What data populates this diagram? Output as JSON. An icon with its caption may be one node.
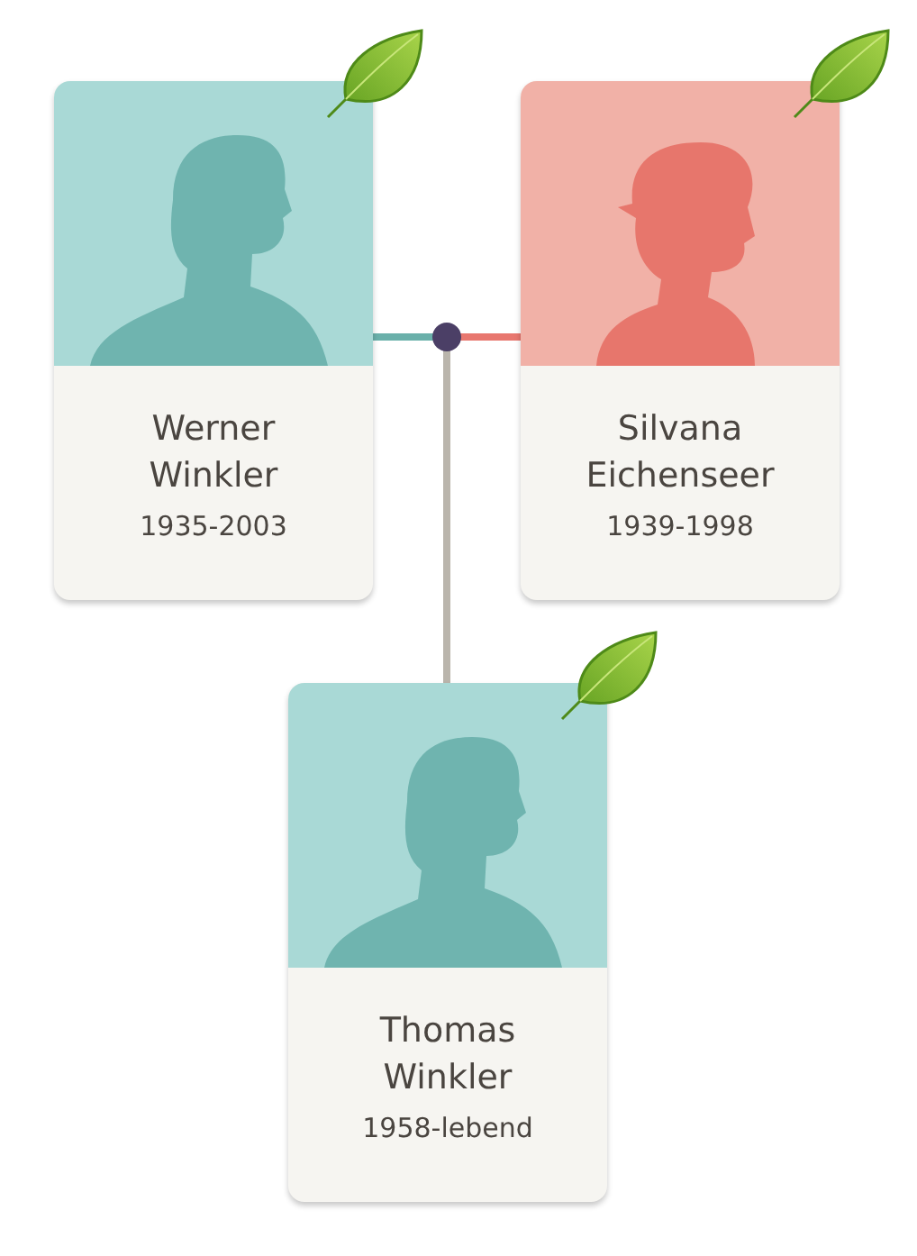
{
  "diagram": {
    "nodes": [
      {
        "text": [
          "Werner Winkler",
          "1935-2003"
        ]
      },
      {
        "text": [
          "Silvana Eichenseer",
          "1939-1998"
        ]
      },
      {
        "text": [],
        "shape": "circle"
      },
      {
        "text": [
          "Thomas Winkler",
          "1958-lebend"
        ]
      }
    ],
    "edges": [
      {
        "from": 0,
        "to": 2,
        "arrow": "none",
        "color": "#6ab0aa"
      },
      {
        "from": 2,
        "to": 1,
        "arrow": "none",
        "color": "#e8776f"
      },
      {
        "from": 2,
        "to": 3,
        "arrow": "none",
        "color": "#bab5ac"
      }
    ]
  }
}
